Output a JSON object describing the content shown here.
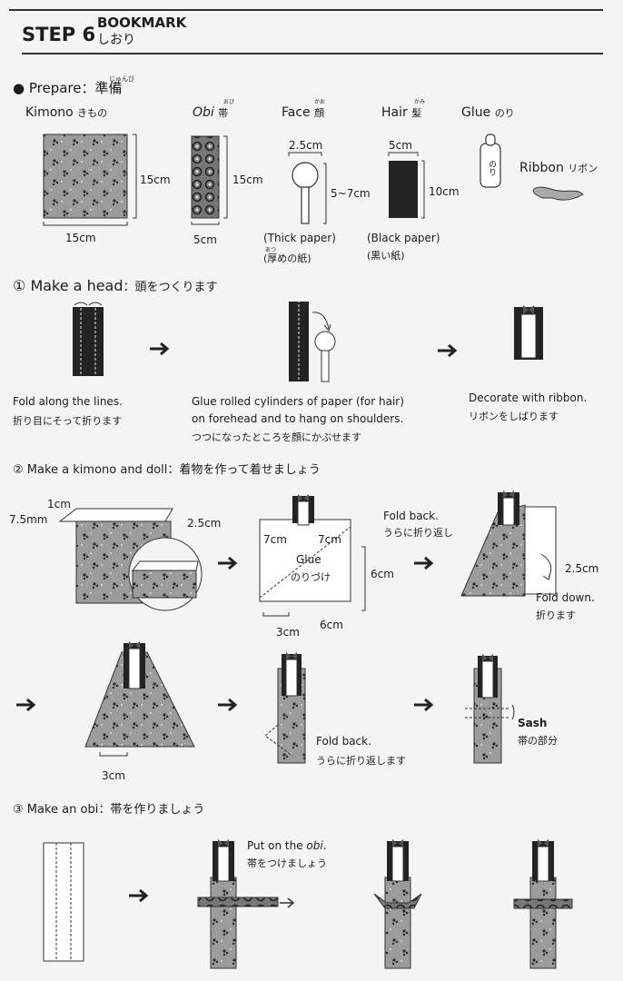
{
  "header": {
    "step": "STEP 6",
    "title_en": "BOOKMARK",
    "title_jp": "しおり"
  },
  "prepare": {
    "heading": "Prepare：",
    "heading_jp": "準備",
    "ruby": "じゅんび",
    "kimono": {
      "label": "Kimono",
      "jp": "きもの",
      "w": "15cm",
      "h": "15cm"
    },
    "obi": {
      "label": "Obi",
      "jp": "帯",
      "ruby": "おび",
      "w": "5cm",
      "h": "15cm"
    },
    "face": {
      "label": "Face",
      "jp": "顔",
      "ruby": "かお",
      "w": "2.5cm",
      "h": "5~7cm",
      "note": "(Thick paper)",
      "note_jp": "(厚めの紙)",
      "note_ruby": "あつ"
    },
    "hair": {
      "label": "Hair",
      "jp": "髪",
      "ruby": "かみ",
      "w": "5cm",
      "h": "10cm",
      "note": "(Black paper)",
      "note_jp": "(黒い紙)"
    },
    "glue": {
      "label": "Glue",
      "jp": "のり",
      "bottle": "のり"
    },
    "ribbon": {
      "label": "Ribbon",
      "jp": "リボン"
    }
  },
  "s1": {
    "num": "①",
    "title": "Make a head",
    "title_jp": "：頭をつくります",
    "c1": "Fold along the lines.",
    "c1_jp": "折り目にそって折ります",
    "c2a": "Glue rolled cylinders of paper (for hair)",
    "c2b": "on forehead and to hang on shoulders.",
    "c2_jp": "つつになったところを顔にかぶせます",
    "c3": "Decorate with ribbon.",
    "c3_jp": "リボンをしばります"
  },
  "s2": {
    "num": "②",
    "title": "Make a kimono and doll",
    "title_jp": "：着物を作って着せましょう",
    "m1": "1cm",
    "m2": "7.5mm",
    "m3": "2.5cm",
    "m4": "7cm",
    "m5": "7cm",
    "glue": "Glue",
    "glue_jp": "のりづけ",
    "m6": "6cm",
    "m7": "3cm",
    "m8": "6cm",
    "fb": "Fold back.",
    "fb_jp": "うらに折り返し",
    "m9": "2.5cm",
    "fd": "Fold down.",
    "fd_jp": "折ります",
    "m10": "3cm",
    "fb2": "Fold back.",
    "fb2_jp": "うらに折り返します",
    "sash": "Sash",
    "sash_jp": "帯の部分"
  },
  "s3": {
    "num": "③",
    "title": "Make an obi",
    "title_jp": "：帯を作りましょう",
    "c1": "Put on the ",
    "c1_i": "obi",
    "c1_end": ".",
    "c1_jp": "帯をつけましょう"
  },
  "colors": {
    "ink": "#1c1c1c",
    "paper": "#f4f4f2",
    "kimono": "#9a9a9a"
  }
}
